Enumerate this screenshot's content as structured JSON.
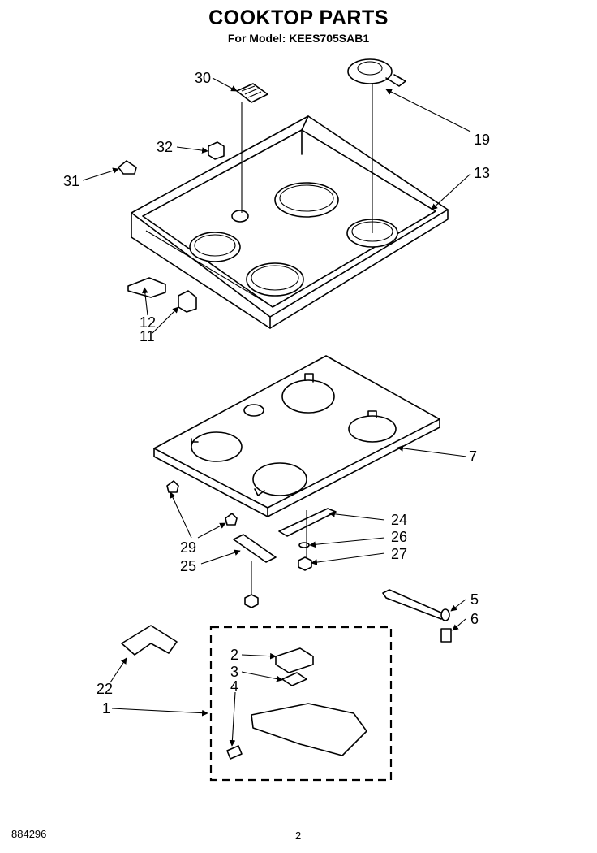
{
  "header": {
    "title": "COOKTOP PARTS",
    "model": "For Model: KEES705SAB1"
  },
  "footer": {
    "doc_number": "884296",
    "page": "2"
  },
  "callouts": [
    "30",
    "19",
    "32",
    "31",
    "13",
    "12",
    "11",
    "7",
    "24",
    "26",
    "29",
    "27",
    "25",
    "5",
    "6",
    "22",
    "2",
    "3",
    "4",
    "1"
  ]
}
